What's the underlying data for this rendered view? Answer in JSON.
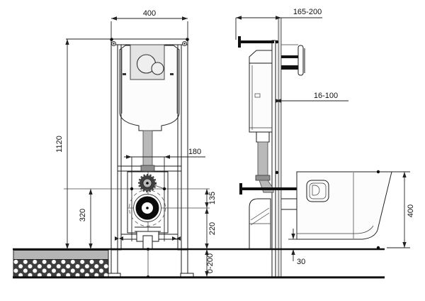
{
  "front_view": {
    "frame_width_mm": "400",
    "frame_height_mm": "1120",
    "fixing_bolt_spacing_mm": "180",
    "water_inlet_height_mm": "320",
    "inlet_to_outlet_mm": "135",
    "outlet_height_mm": "220",
    "leg_adjustment_mm": "0-200"
  },
  "side_view": {
    "frame_depth_mm": "165-200",
    "wall_finish_range_mm": "16-100",
    "bowl_height_mm": "400",
    "bowl_floor_offset_mm": "30"
  },
  "colors": {
    "line": "#1a1a1a",
    "flush_plate": "#e4e4e4",
    "button_fill": "#efefef",
    "pipe": "#b9b9b9",
    "pipe_dark": "#8f8f8f",
    "fitting": "#3f3f3f",
    "wall": "#e0e0e0",
    "floor_screed": "#b5b5b5",
    "floor_base": "#3d3d3d"
  }
}
